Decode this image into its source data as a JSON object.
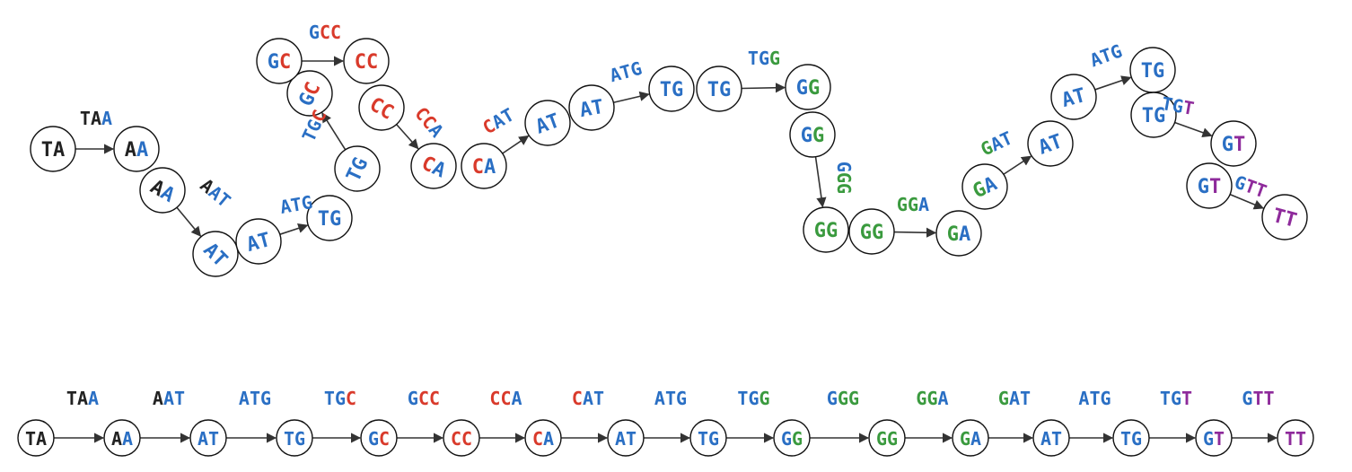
{
  "colors": {
    "black": "#222222",
    "blue": "#2a6fc4",
    "red": "#d93a2b",
    "green": "#3a9a3e",
    "purple": "#8e2a9b"
  },
  "top_path": {
    "nodes": [
      {
        "text": "TA",
        "colors": [
          "black",
          "black"
        ]
      },
      {
        "text": "AA",
        "colors": [
          "black",
          "blue"
        ]
      },
      {
        "text": "AA",
        "colors": [
          "black",
          "blue"
        ]
      },
      {
        "text": "AT",
        "colors": [
          "blue",
          "blue"
        ]
      },
      {
        "text": "AT",
        "colors": [
          "blue",
          "blue"
        ]
      },
      {
        "text": "TG",
        "colors": [
          "blue",
          "blue"
        ]
      },
      {
        "text": "TG",
        "colors": [
          "blue",
          "blue"
        ]
      },
      {
        "text": "GC",
        "colors": [
          "blue",
          "red"
        ]
      },
      {
        "text": "GC",
        "colors": [
          "blue",
          "red"
        ]
      },
      {
        "text": "CC",
        "colors": [
          "red",
          "red"
        ]
      },
      {
        "text": "CC",
        "colors": [
          "red",
          "red"
        ]
      },
      {
        "text": "CA",
        "colors": [
          "red",
          "blue"
        ]
      },
      {
        "text": "CA",
        "colors": [
          "red",
          "blue"
        ]
      },
      {
        "text": "AT",
        "colors": [
          "blue",
          "blue"
        ]
      },
      {
        "text": "AT",
        "colors": [
          "blue",
          "blue"
        ]
      },
      {
        "text": "TG",
        "colors": [
          "blue",
          "blue"
        ]
      },
      {
        "text": "TG",
        "colors": [
          "blue",
          "blue"
        ]
      },
      {
        "text": "GG",
        "colors": [
          "blue",
          "green"
        ]
      },
      {
        "text": "GG",
        "colors": [
          "blue",
          "green"
        ]
      },
      {
        "text": "GG",
        "colors": [
          "green",
          "green"
        ]
      },
      {
        "text": "GG",
        "colors": [
          "green",
          "green"
        ]
      },
      {
        "text": "GA",
        "colors": [
          "green",
          "blue"
        ]
      },
      {
        "text": "GA",
        "colors": [
          "green",
          "blue"
        ]
      },
      {
        "text": "AT",
        "colors": [
          "blue",
          "blue"
        ]
      },
      {
        "text": "AT",
        "colors": [
          "blue",
          "blue"
        ]
      },
      {
        "text": "TG",
        "colors": [
          "blue",
          "blue"
        ]
      },
      {
        "text": "TG",
        "colors": [
          "blue",
          "blue"
        ]
      },
      {
        "text": "GT",
        "colors": [
          "blue",
          "purple"
        ]
      },
      {
        "text": "GT",
        "colors": [
          "blue",
          "purple"
        ]
      },
      {
        "text": "TT",
        "colors": [
          "purple",
          "purple"
        ]
      }
    ],
    "labels": [
      {
        "text": "TAA",
        "colors": [
          "black",
          "black",
          "blue"
        ]
      },
      {
        "text": "AAT",
        "colors": [
          "black",
          "blue",
          "blue"
        ]
      },
      {
        "text": "ATG",
        "colors": [
          "blue",
          "blue",
          "blue"
        ]
      },
      {
        "text": "TGC",
        "colors": [
          "blue",
          "blue",
          "red"
        ]
      },
      {
        "text": "GCC",
        "colors": [
          "blue",
          "red",
          "red"
        ]
      },
      {
        "text": "CCA",
        "colors": [
          "red",
          "red",
          "blue"
        ]
      },
      {
        "text": "CAT",
        "colors": [
          "red",
          "blue",
          "blue"
        ]
      },
      {
        "text": "ATG",
        "colors": [
          "blue",
          "blue",
          "blue"
        ]
      },
      {
        "text": "TGG",
        "colors": [
          "blue",
          "blue",
          "green"
        ]
      },
      {
        "text": "GGG",
        "colors": [
          "blue",
          "green",
          "green"
        ]
      },
      {
        "text": "GGA",
        "colors": [
          "green",
          "green",
          "blue"
        ]
      },
      {
        "text": "GAT",
        "colors": [
          "green",
          "blue",
          "blue"
        ]
      },
      {
        "text": "ATG",
        "colors": [
          "blue",
          "blue",
          "blue"
        ]
      },
      {
        "text": "TGT",
        "colors": [
          "blue",
          "blue",
          "purple"
        ]
      },
      {
        "text": "GTT",
        "colors": [
          "blue",
          "purple",
          "purple"
        ]
      }
    ]
  },
  "bottom_path": {
    "nodes": [
      {
        "text": "TA",
        "colors": [
          "black",
          "black"
        ]
      },
      {
        "text": "AA",
        "colors": [
          "black",
          "blue"
        ]
      },
      {
        "text": "AT",
        "colors": [
          "blue",
          "blue"
        ]
      },
      {
        "text": "TG",
        "colors": [
          "blue",
          "blue"
        ]
      },
      {
        "text": "GC",
        "colors": [
          "blue",
          "red"
        ]
      },
      {
        "text": "CC",
        "colors": [
          "red",
          "red"
        ]
      },
      {
        "text": "CA",
        "colors": [
          "red",
          "blue"
        ]
      },
      {
        "text": "AT",
        "colors": [
          "blue",
          "blue"
        ]
      },
      {
        "text": "TG",
        "colors": [
          "blue",
          "blue"
        ]
      },
      {
        "text": "GG",
        "colors": [
          "blue",
          "green"
        ]
      },
      {
        "text": "GG",
        "colors": [
          "green",
          "green"
        ]
      },
      {
        "text": "GA",
        "colors": [
          "green",
          "blue"
        ]
      },
      {
        "text": "AT",
        "colors": [
          "blue",
          "blue"
        ]
      },
      {
        "text": "TG",
        "colors": [
          "blue",
          "blue"
        ]
      },
      {
        "text": "GT",
        "colors": [
          "blue",
          "purple"
        ]
      },
      {
        "text": "TT",
        "colors": [
          "purple",
          "purple"
        ]
      }
    ],
    "labels": [
      {
        "text": "TAA",
        "colors": [
          "black",
          "black",
          "blue"
        ]
      },
      {
        "text": "AAT",
        "colors": [
          "black",
          "blue",
          "blue"
        ]
      },
      {
        "text": "ATG",
        "colors": [
          "blue",
          "blue",
          "blue"
        ]
      },
      {
        "text": "TGC",
        "colors": [
          "blue",
          "blue",
          "red"
        ]
      },
      {
        "text": "GCC",
        "colors": [
          "blue",
          "red",
          "red"
        ]
      },
      {
        "text": "CCA",
        "colors": [
          "red",
          "red",
          "blue"
        ]
      },
      {
        "text": "CAT",
        "colors": [
          "red",
          "blue",
          "blue"
        ]
      },
      {
        "text": "ATG",
        "colors": [
          "blue",
          "blue",
          "blue"
        ]
      },
      {
        "text": "TGG",
        "colors": [
          "blue",
          "blue",
          "green"
        ]
      },
      {
        "text": "GGG",
        "colors": [
          "blue",
          "green",
          "green"
        ]
      },
      {
        "text": "GGA",
        "colors": [
          "green",
          "green",
          "blue"
        ]
      },
      {
        "text": "GAT",
        "colors": [
          "green",
          "blue",
          "blue"
        ]
      },
      {
        "text": "ATG",
        "colors": [
          "blue",
          "blue",
          "blue"
        ]
      },
      {
        "text": "TGT",
        "colors": [
          "blue",
          "blue",
          "purple"
        ]
      },
      {
        "text": "GTT",
        "colors": [
          "blue",
          "purple",
          "purple"
        ]
      }
    ]
  }
}
